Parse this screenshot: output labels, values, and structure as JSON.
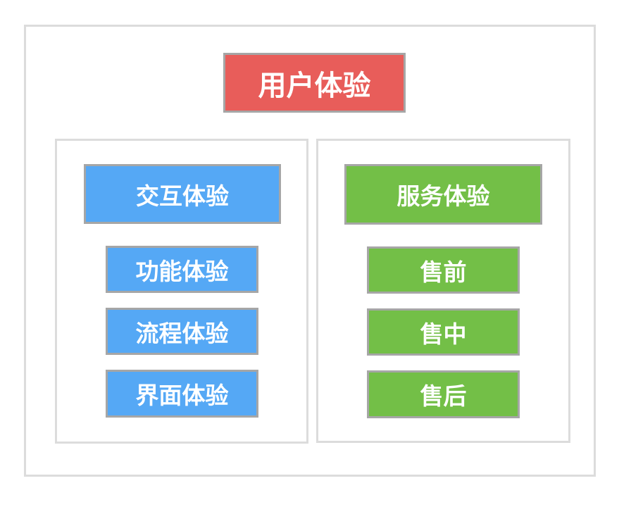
{
  "root": {
    "label": "用户体验",
    "color": "#e85d5a"
  },
  "groups": [
    {
      "label": "交互体验",
      "color": "#55a8f5",
      "items": [
        "功能体验",
        "流程体验",
        "界面体验"
      ]
    },
    {
      "label": "服务体验",
      "color": "#73bf47",
      "items": [
        "售前",
        "售中",
        "售后"
      ]
    }
  ]
}
